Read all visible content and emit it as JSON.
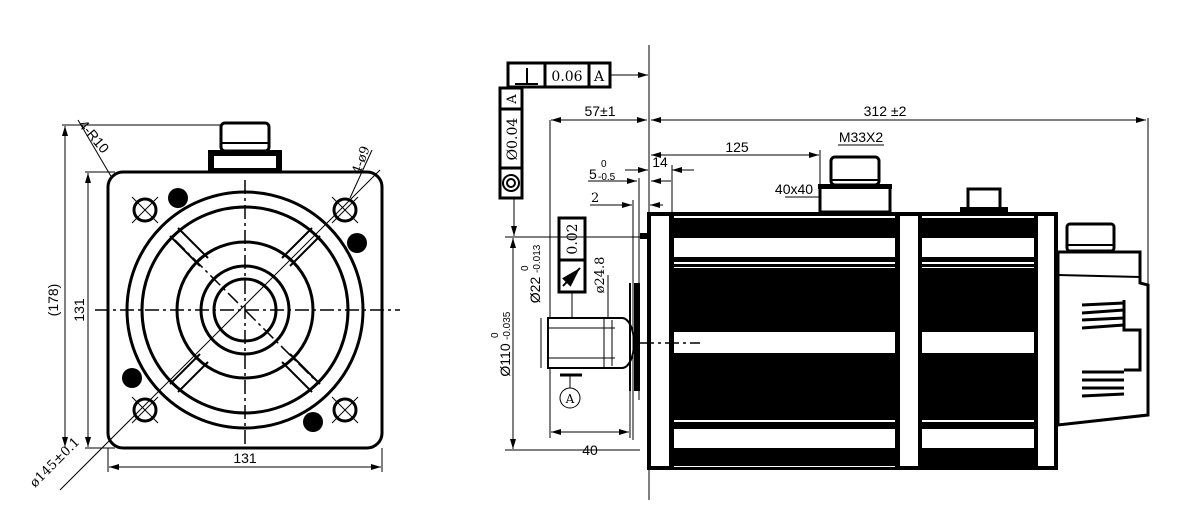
{
  "front_view": {
    "dim_radius": "4-R10",
    "dim_holes": "4-ø9",
    "dim_height_total": "(178)",
    "dim_height": "131",
    "dim_width": "131",
    "dim_pcd": "ø145±0.1"
  },
  "side_view": {
    "tol_perp_value": "0.06",
    "tol_perp_datum": "A",
    "tol_conc_value": "Ø0.04",
    "tol_conc_datum": "A",
    "tol_runout_value": "0.02",
    "dim_shaft_len": "57±1",
    "dim_total_len": "312 ±2",
    "dim_connector_pos": "125",
    "dim_14": "14",
    "dim_5": "5",
    "dim_5_upper": "0",
    "dim_5_lower": "-0.5",
    "dim_2": "2",
    "dim_thread": "M33X2",
    "dim_connector_size": "40x40",
    "dim_shaft_dia": "Ø22",
    "dim_shaft_upper": "0",
    "dim_shaft_lower": "-0.013",
    "dim_pilot_dia": "Ø110",
    "dim_pilot_upper": "0",
    "dim_pilot_lower": "-0.035",
    "dim_248": "ø24.8",
    "dim_key_len": "40",
    "datum_label": "A"
  }
}
